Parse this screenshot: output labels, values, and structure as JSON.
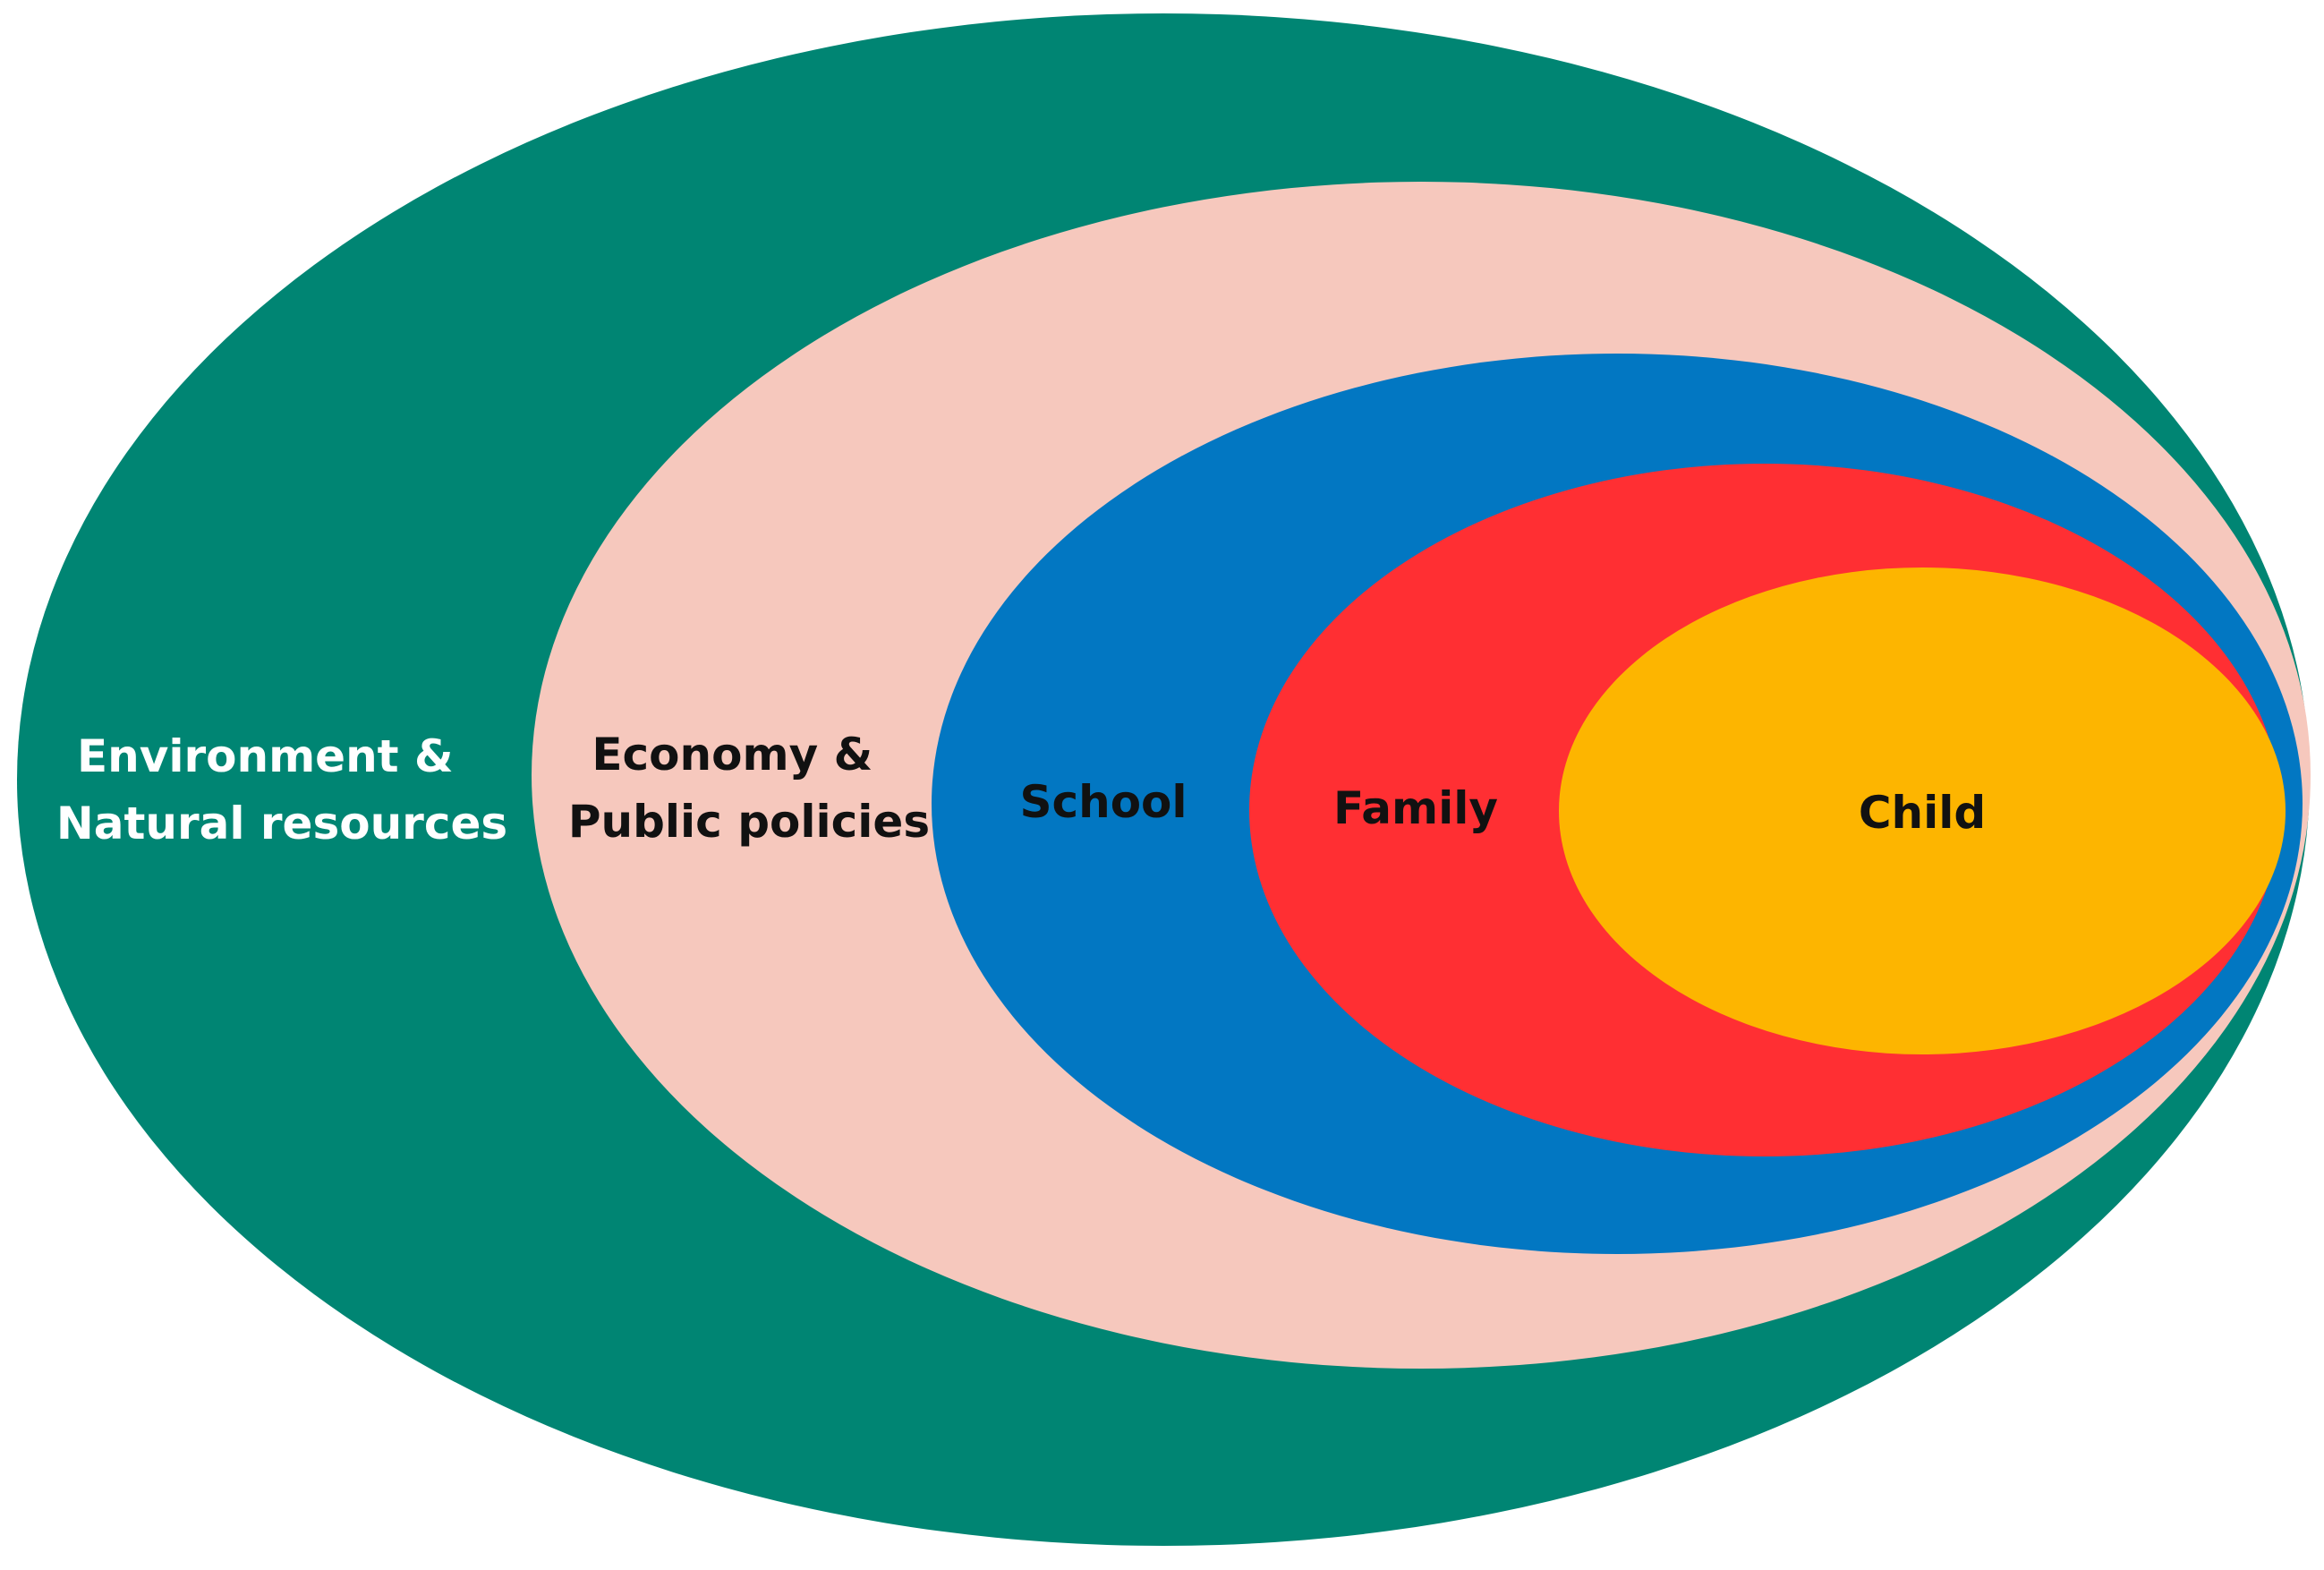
{
  "layers": [
    {
      "id": "environment",
      "lines": [
        "Environment &",
        "Natural resources"
      ],
      "color": "#008573",
      "text_color": "#ffffff"
    },
    {
      "id": "economy",
      "lines": [
        "Economy &",
        "Public policies"
      ],
      "color": "#f6c8bd",
      "text_color": "#111111"
    },
    {
      "id": "school",
      "lines": [
        "School"
      ],
      "color": "#0277c2",
      "text_color": "#111111"
    },
    {
      "id": "family",
      "lines": [
        "Family"
      ],
      "color": "#ff2f33",
      "text_color": "#111111"
    },
    {
      "id": "child",
      "lines": [
        "Child"
      ],
      "color": "#fdb500",
      "text_color": "#111111"
    }
  ]
}
